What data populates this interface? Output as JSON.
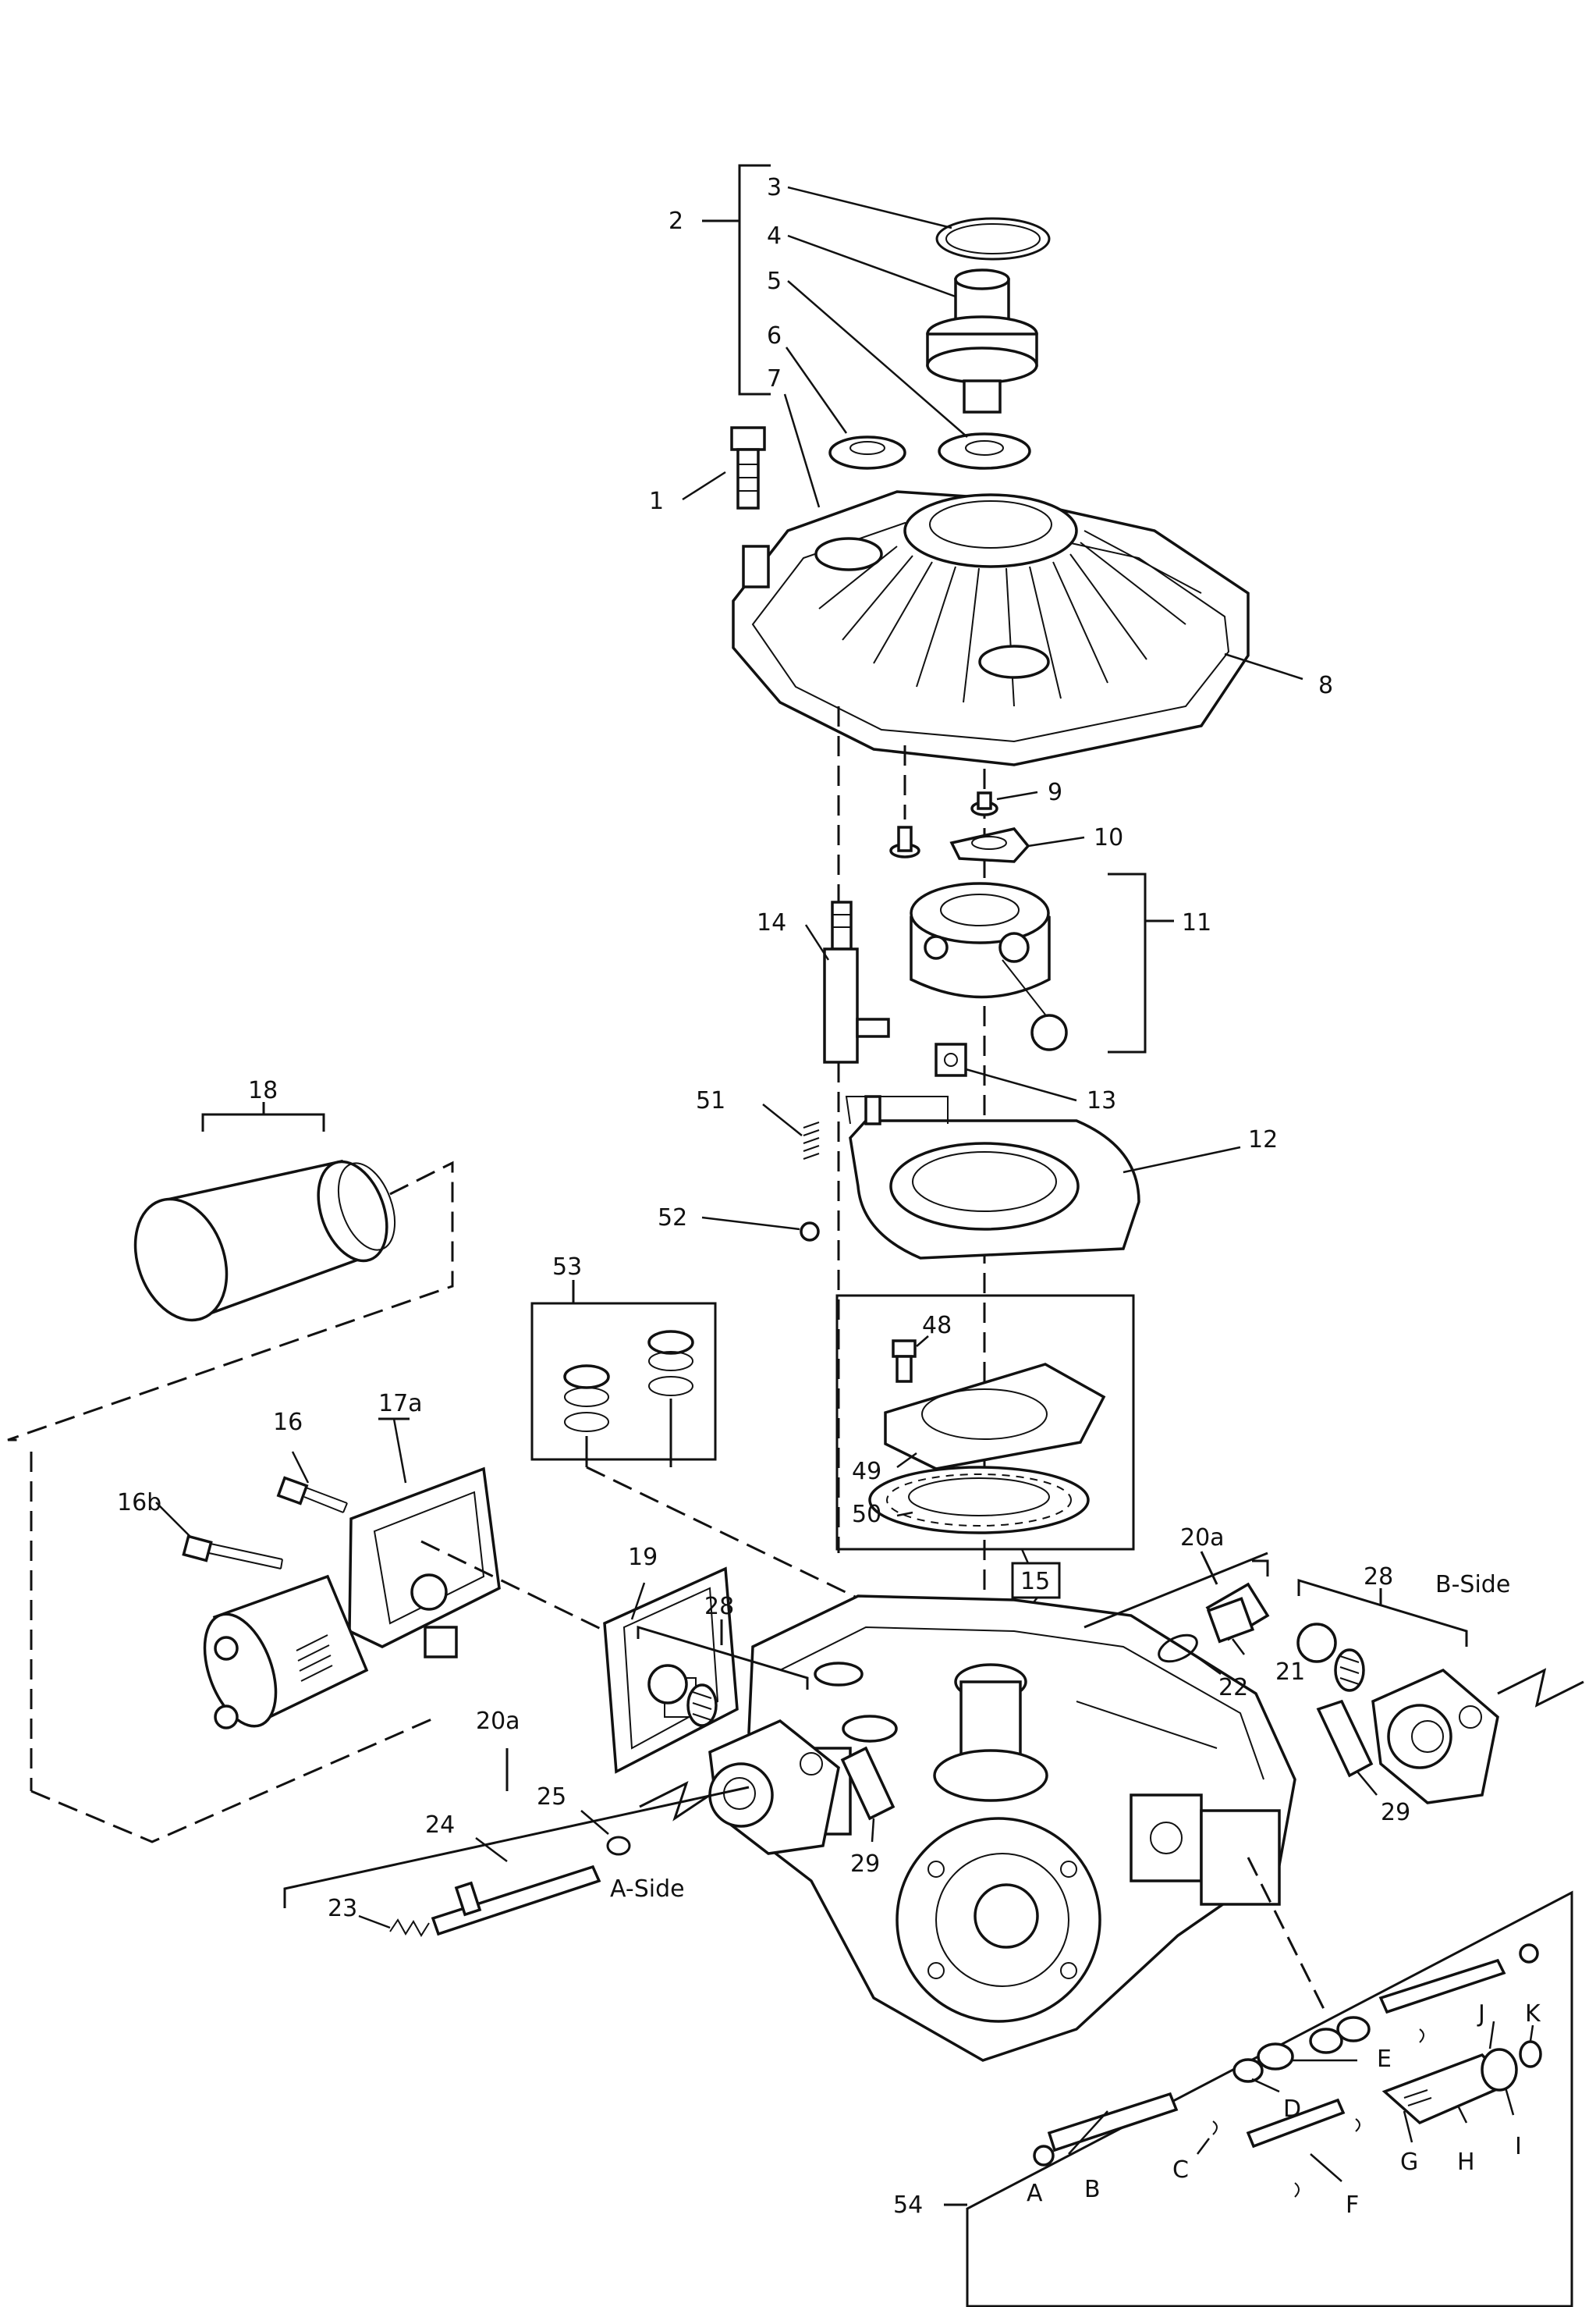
{
  "callouts": {
    "c1": "1",
    "c2": "2",
    "c3": "3",
    "c4": "4",
    "c5": "5",
    "c6": "6",
    "c7": "7",
    "c8": "8",
    "c9": "9",
    "c10": "10",
    "c11": "11",
    "c12": "12",
    "c13": "13",
    "c14": "14",
    "c15": "15",
    "c16": "16",
    "c16b": "16b",
    "c17a": "17a",
    "c18": "18",
    "c19": "19",
    "c20a_right": "20a",
    "c20a_left": "20a",
    "c21": "21",
    "c22": "22",
    "c23": "23",
    "c24": "24",
    "c25": "25",
    "c28_right": "28",
    "c28_left": "28",
    "c29_right": "29",
    "c29_left": "29",
    "c48": "48",
    "c49": "49",
    "c50": "50",
    "c51": "51",
    "c52": "52",
    "c53": "53",
    "c54": "54",
    "A": "A",
    "B": "B",
    "C": "C",
    "D": "D",
    "E": "E",
    "F": "F",
    "G": "G",
    "H": "H",
    "I": "I",
    "J": "J",
    "K": "K"
  },
  "side_labels": {
    "b_side": "B-Side",
    "a_side": "A-Side"
  },
  "colors": {
    "ink": "#111111",
    "paper": "#ffffff"
  }
}
